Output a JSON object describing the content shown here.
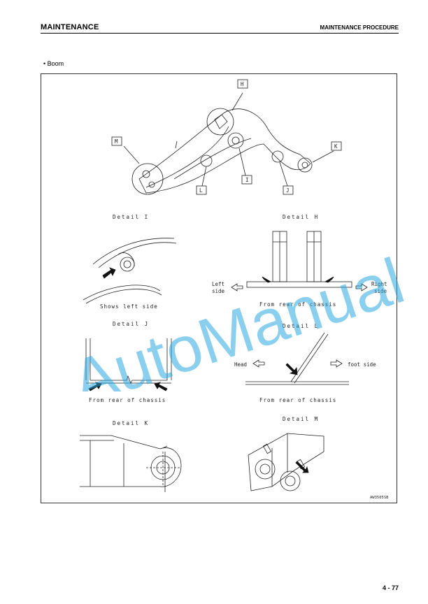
{
  "header": {
    "section": "MAINTENANCE",
    "title": "MAINTENANCE PROCEDURE"
  },
  "bullet": "• Boom",
  "figure": {
    "callouts": {
      "H": "H",
      "M": "M",
      "K": "K",
      "L": "L",
      "I": "I",
      "J": "J"
    },
    "detail_i": {
      "title": "Detail I",
      "caption": "Shows left side"
    },
    "detail_h": {
      "title": "Detail H",
      "left_a": "Left",
      "left_b": "side",
      "right_a": "Right",
      "right_b": "side",
      "caption": "From rear of chassis"
    },
    "detail_j": {
      "title": "Detail J",
      "caption": "From rear of chassis"
    },
    "detail_l": {
      "title": "Detail L",
      "head": "Head",
      "foot": "foot side",
      "caption": "From rear of chassis"
    },
    "detail_k": {
      "title": "Detail K"
    },
    "detail_m": {
      "title": "Detail M"
    },
    "code": "AW3505SB"
  },
  "watermark": "AutoManual",
  "page_number": "4 - 77"
}
